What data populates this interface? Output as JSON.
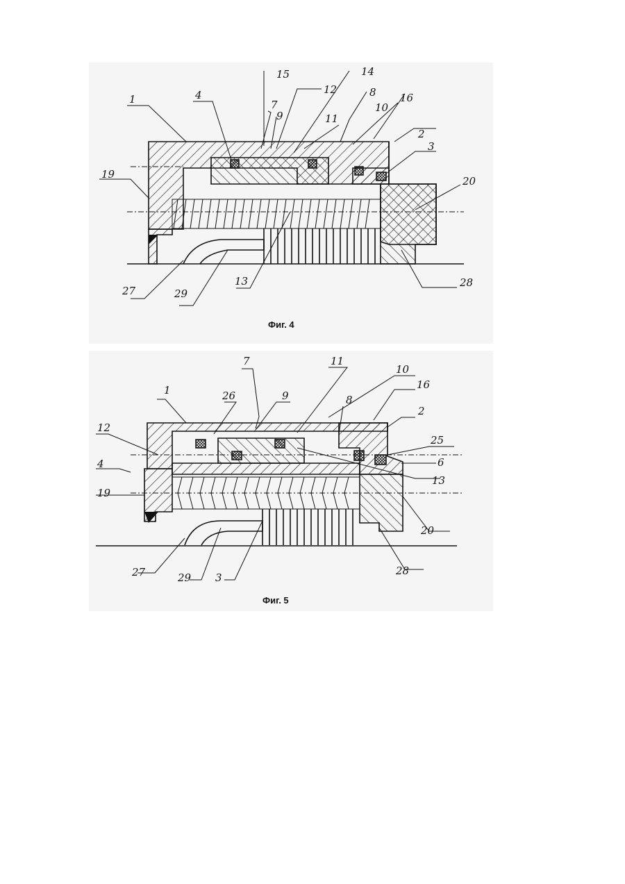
{
  "figures": [
    {
      "id": "fig4",
      "caption": "Фиг. 4",
      "labels": [
        "1",
        "4",
        "15",
        "7",
        "9",
        "12",
        "14",
        "8",
        "11",
        "10",
        "16",
        "2",
        "3",
        "19",
        "20",
        "27",
        "29",
        "13",
        "28"
      ]
    },
    {
      "id": "fig5",
      "caption": "Фиг. 5",
      "labels": [
        "7",
        "11",
        "10",
        "1",
        "26",
        "9",
        "8",
        "16",
        "2",
        "12",
        "25",
        "4",
        "6",
        "19",
        "13",
        "20",
        "27",
        "29",
        "3",
        "28"
      ]
    }
  ]
}
